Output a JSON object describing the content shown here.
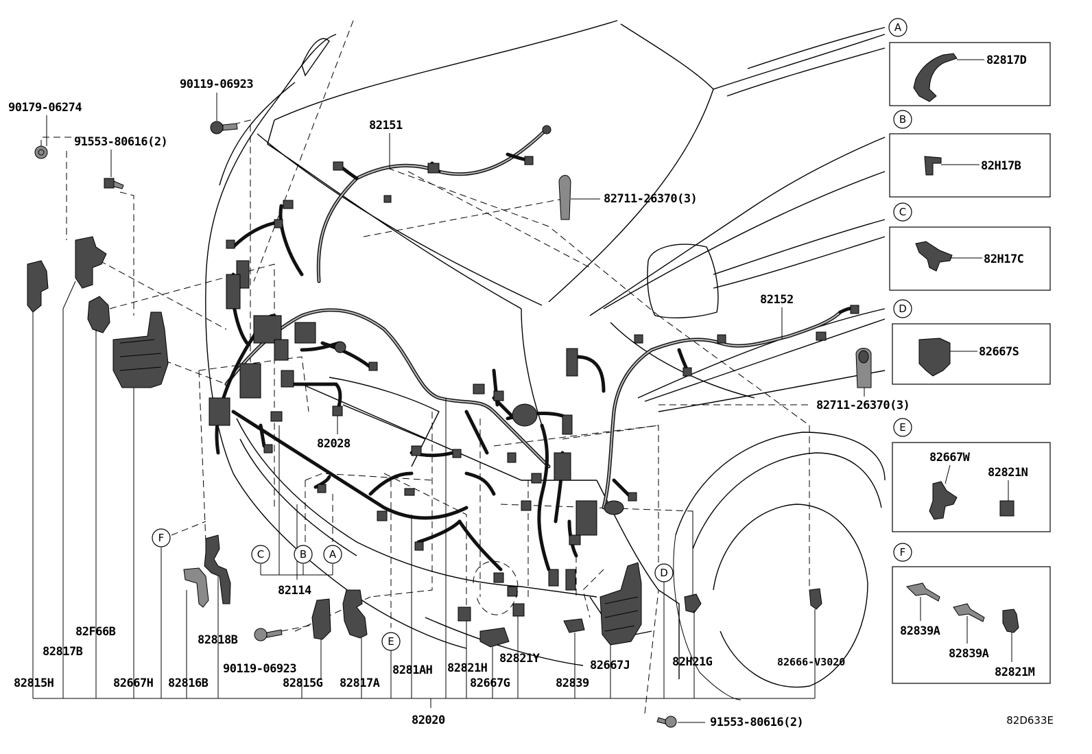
{
  "diagram_id": "82D633E",
  "labels": {
    "p90179_06274": "90179-06274",
    "p91553_80616_top": "91553-80616(2)",
    "p90119_06923_top": "90119-06923",
    "p82151": "82151",
    "p82711_top": "82711-26370(3)",
    "p82152": "82152",
    "p82711_right": "82711-26370(3)",
    "p82028": "82028",
    "p82114": "82114",
    "p82815H": "82815H",
    "p82817B": "82817B",
    "p82F66B": "82F66B",
    "p82667H": "82667H",
    "p82816B": "82816B",
    "p82818B": "82818B",
    "p90119_06923_bot": "90119-06923",
    "p82815G": "82815G",
    "p82817A": "82817A",
    "p8281AH": "8281AH",
    "p82821H": "82821H",
    "p82667G": "82667G",
    "p82821Y": "82821Y",
    "p82839": "82839",
    "p82667J": "82667J",
    "p82H21G": "82H21G",
    "p82666_V3020": "82666-V3020",
    "p82020": "82020",
    "p91553_80616_bot": "91553-80616(2)"
  },
  "callouts": {
    "A": "A",
    "B": "B",
    "C": "C",
    "D": "D",
    "E": "E",
    "F": "F"
  },
  "detail_boxes": {
    "A": {
      "letter": "A",
      "parts": [
        "82817D"
      ]
    },
    "B": {
      "letter": "B",
      "parts": [
        "82H17B"
      ]
    },
    "C": {
      "letter": "C",
      "parts": [
        "82H17C"
      ]
    },
    "D": {
      "letter": "D",
      "parts": [
        "82667S"
      ]
    },
    "E": {
      "letter": "E",
      "parts": [
        "82667W",
        "82821N"
      ]
    },
    "F": {
      "letter": "F",
      "parts": [
        "82839A",
        "82839A",
        "82821M"
      ]
    }
  }
}
